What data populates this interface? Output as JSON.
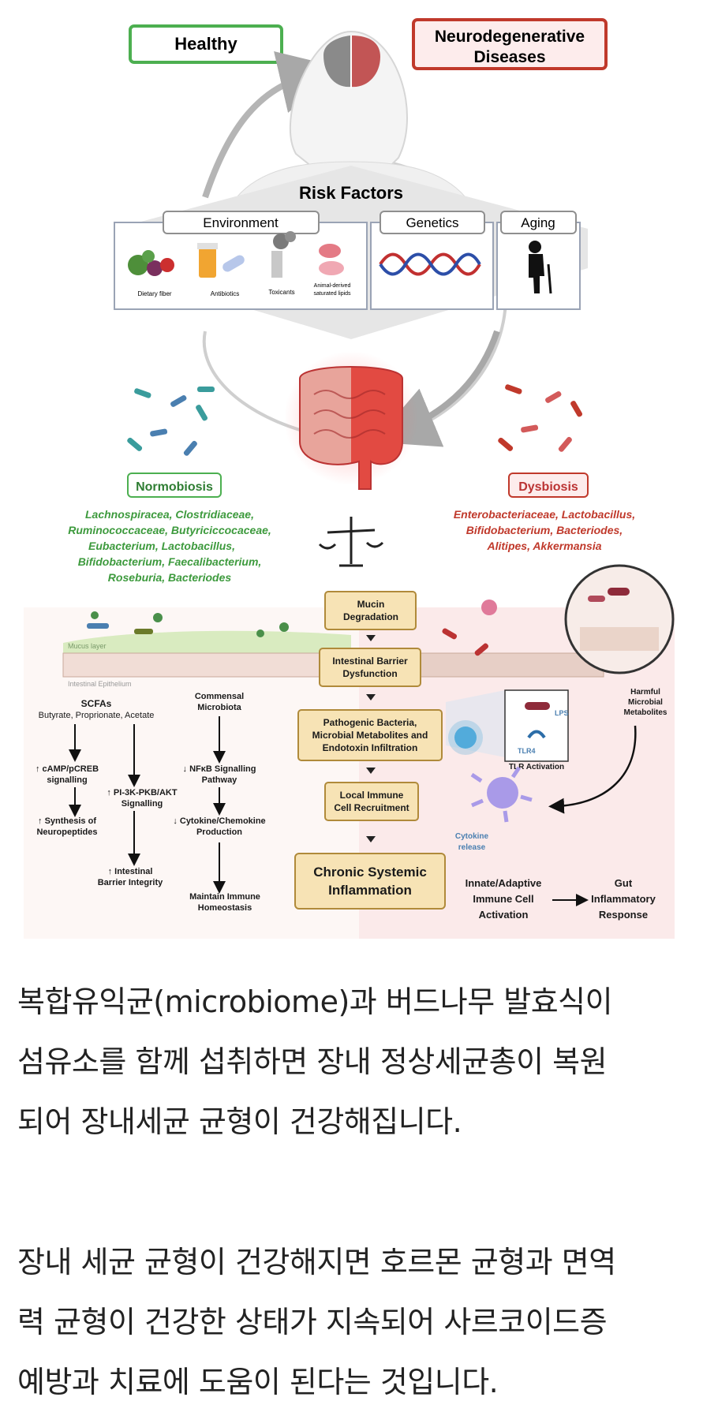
{
  "diagram": {
    "healthy_label": "Healthy",
    "disease_label_line1": "Neurodegenerative",
    "disease_label_line2": "Diseases",
    "risk_title": "Risk Factors",
    "environment": {
      "label": "Environment",
      "items": [
        "Dietary fiber",
        "Antibiotics",
        "Toxicants",
        "Animal-derived",
        "saturated lipids"
      ]
    },
    "genetics_label": "Genetics",
    "aging_label": "Aging",
    "normobiosis": {
      "label": "Normobiosis",
      "lines": [
        "Lachnospiracea, Clostridiaceae,",
        "Ruminococcaceae, Butyriciccocaceae,",
        "Eubacterium, Lactobacillus,",
        "Bifidobacterium, Faecalibacterium,",
        "Roseburia, Bacteriodes"
      ]
    },
    "dysbiosis": {
      "label": "Dysbiosis",
      "lines": [
        "Enterobacteriaceae, Lactobacillus,",
        "Bifidobacterium, Bacteriodes,",
        "Alitipes, Akkermansia"
      ]
    },
    "mucus_layer": "Mucus layer",
    "intestinal_epithelium": "Intestinal Epithelium",
    "center_steps": [
      [
        "Mucin",
        "Degradation"
      ],
      [
        "Intestinal Barrier",
        "Dysfunction"
      ],
      [
        "Pathogenic Bacteria,",
        "Microbial Metabolites and",
        "Endotoxin Infiltration"
      ],
      [
        "Local Immune",
        "Cell Recruitment"
      ],
      [
        "Chronic Systemic",
        "Inflammation"
      ]
    ],
    "left_flow": {
      "scfa_title": "SCFAs",
      "scfa_sub": "Butyrate, Proprionate, Acetate",
      "commensal": [
        "Commensal",
        "Microbiota"
      ],
      "camp": [
        "↑ cAMP/pCREB",
        "signalling"
      ],
      "pi3k": [
        "↑ PI-3K-PKB/AKT",
        "Signalling"
      ],
      "nfkb": [
        "↓ NFκB Signalling",
        "Pathway"
      ],
      "synthesis": [
        "↑ Synthesis of",
        "Neuropeptides"
      ],
      "cytokine": [
        "↓ Cytokine/Chemokine",
        "Production"
      ],
      "barrier": [
        "↑ Intestinal",
        "Barrier Integrity"
      ],
      "homeostasis": [
        "Maintain Immune",
        "Homeostasis"
      ]
    },
    "right_flow": {
      "harmful": [
        "Harmful",
        "Microbial",
        "Metabolites"
      ],
      "lps": "LPS",
      "tlr4": "TLR4",
      "tlr_activation": "TLR Activation",
      "cytokine_release": [
        "Cytokine",
        "release"
      ],
      "innate": [
        "Innate/Adaptive",
        "Immune Cell",
        "Activation"
      ],
      "gut": [
        "Gut",
        "Inflammatory",
        "Response"
      ]
    }
  },
  "text": {
    "para1_lines": [
      "복합유익균(microbiome)과 버드나무 발효식이",
      "섬유소를 함께 섭취하면 장내 정상세균총이 복원",
      "되어 장내세균 균형이 건강해집니다."
    ],
    "para2_lines": [
      "장내 세균 균형이 건강해지면 호르몬 균형과 면역",
      "력 균형이 건강한 상태가 지속되어 사르코이드증",
      "예방과 치료에 도움이 된다는 것입니다."
    ]
  },
  "colors": {
    "healthy_green": "#4caf50",
    "disease_red": "#c0392b",
    "step_fill": "#f7e3b5",
    "step_border": "#b08a3a",
    "gut_red": "#e0584d"
  }
}
